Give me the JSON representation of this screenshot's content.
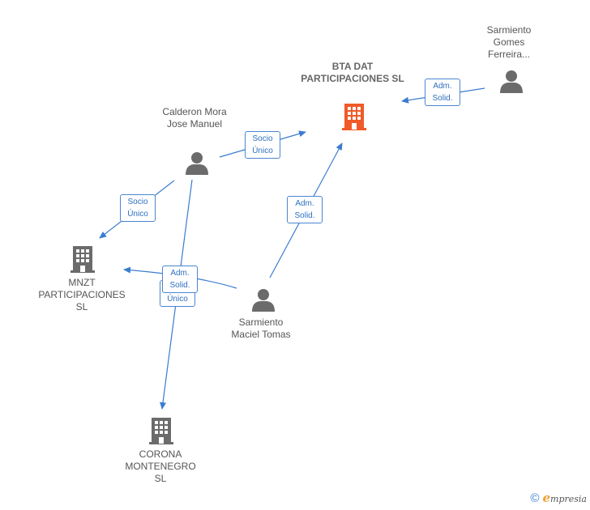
{
  "nodes": {
    "bta_dat": {
      "label": "BTA DAT PARTICIPACIONES SL",
      "color": "#f05a28"
    },
    "sarmiento_gomes": {
      "label": "Sarmiento Gomes Ferreira..."
    },
    "calderon": {
      "label": "Calderon Mora Jose Manuel"
    },
    "mnzt": {
      "label": "MNZT PARTICIPACIONES SL"
    },
    "sarmiento_maciel": {
      "label": "Sarmiento Maciel Tomas"
    },
    "corona": {
      "label": "CORONA MONTENEGRO SL"
    }
  },
  "edges": {
    "gomes_bta": {
      "line1": "Adm.",
      "line2": "Solid."
    },
    "calderon_bta": {
      "line1": "Socio",
      "line2": "Único"
    },
    "calderon_mnzt": {
      "line1": "Socio",
      "line2": "Único"
    },
    "maciel_bta": {
      "line1": "Adm.",
      "line2": "Solid."
    },
    "calderon_corona": {
      "line1": "Único"
    },
    "maciel_mnzt": {
      "line1": "Adm.",
      "line2": "Solid."
    }
  },
  "colors": {
    "edge": "#3a7ccf",
    "person": "#6b6b6b",
    "company": "#6b6b6b",
    "main_company": "#f05a28"
  },
  "footer": {
    "copyright": "©",
    "brand_initial": "e",
    "brand_rest": "mpresia"
  }
}
